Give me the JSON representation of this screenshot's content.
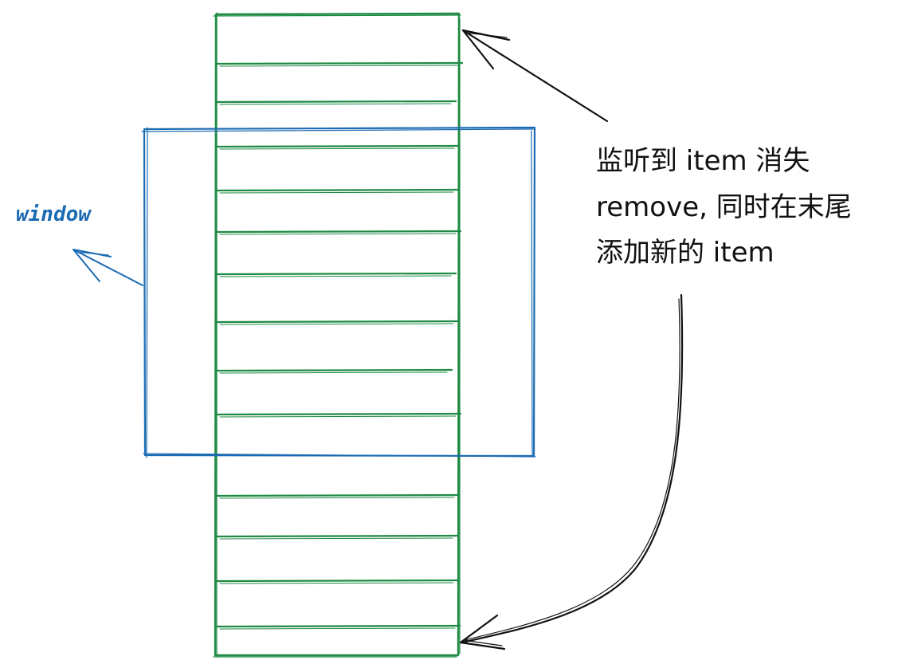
{
  "labels": {
    "window": "window",
    "note_line1": "监听到 item 消失",
    "note_line2": "remove, 同时在末尾",
    "note_line3": "添加新的 item"
  },
  "colors": {
    "list": "#1e8a44",
    "window": "#1b6bb3",
    "annotation": "#111111"
  },
  "list": {
    "item_count": 15
  }
}
